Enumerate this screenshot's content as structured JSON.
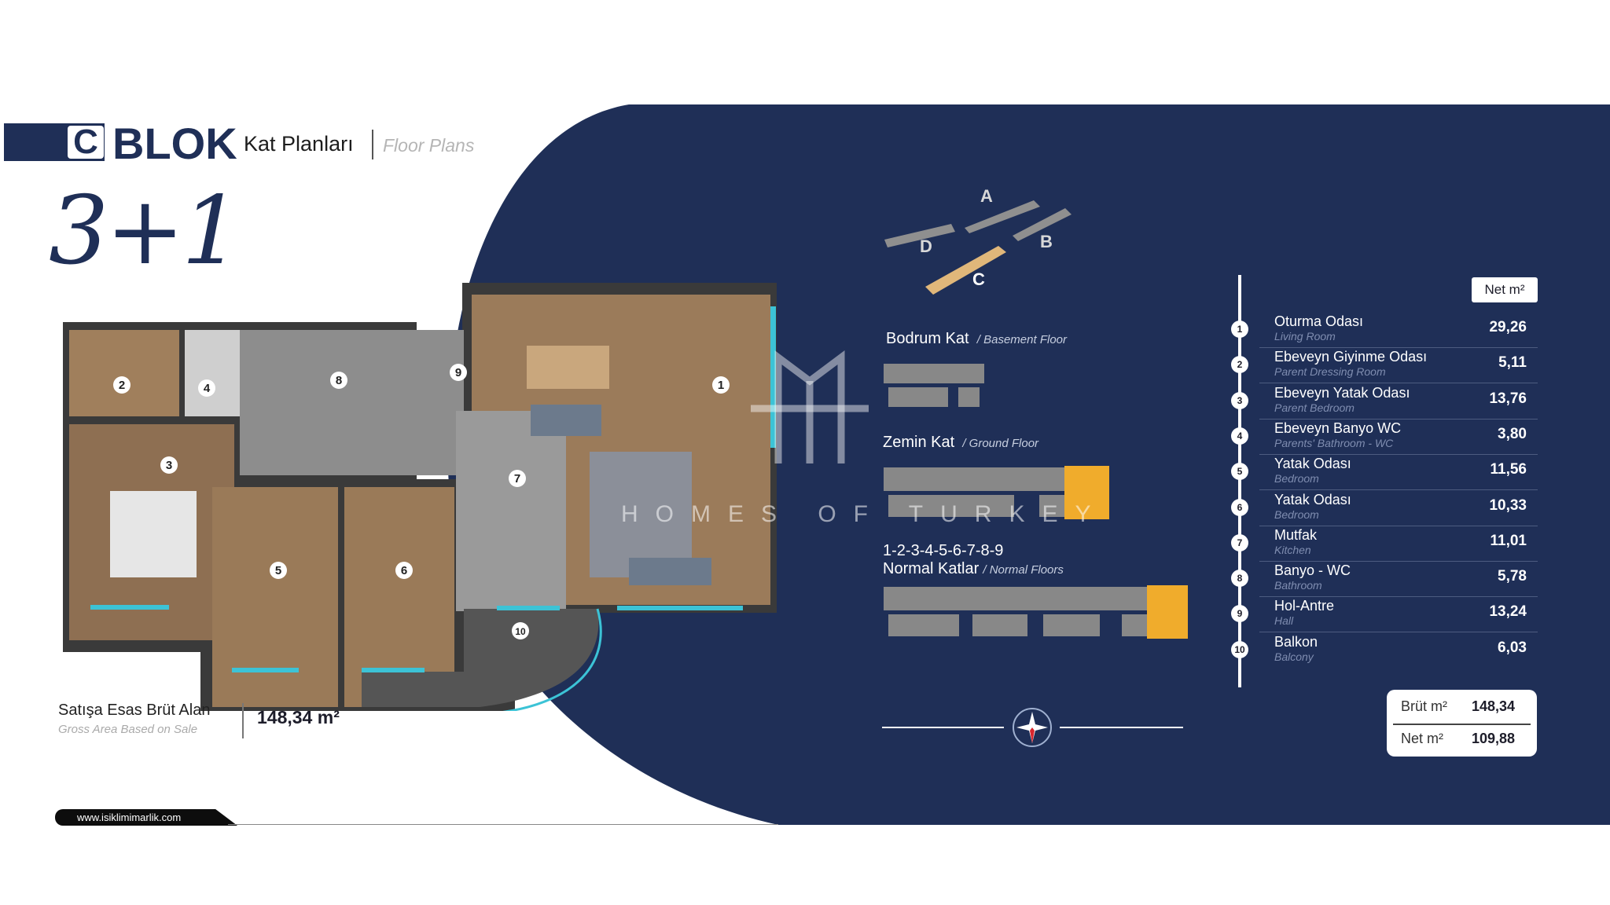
{
  "header": {
    "block_letter": "C",
    "block_word": "BLOK",
    "title_tr": "Kat Planları",
    "title_en": "Floor Plans",
    "unit_type": "3+1"
  },
  "siteplan": {
    "blocks": [
      "A",
      "B",
      "C",
      "D"
    ],
    "highlighted": "C",
    "highlight_color": "#e0b77a"
  },
  "floors": [
    {
      "tr": "Bodrum Kat",
      "en": "/ Basement Floor"
    },
    {
      "tr": "Zemin Kat",
      "en": "/ Ground Floor"
    },
    {
      "numbers": "1-2-3-4-5-6-7-8-9",
      "tr": "Normal Katlar",
      "en": "/ Normal Floors"
    }
  ],
  "watermark": "HOMES OF TURKEY",
  "sale": {
    "label_tr": "Satışa Esas Brüt Alan",
    "label_en": "Gross Area Based on Sale",
    "value": "148,34 m²"
  },
  "website": "www.isiklimimarlik.com",
  "table": {
    "header": "Net m²",
    "rows": [
      {
        "n": "1",
        "tr": "Oturma Odası",
        "en": "Living Room",
        "v": "29,26"
      },
      {
        "n": "2",
        "tr": "Ebeveyn Giyinme Odası",
        "en": "Parent Dressing Room",
        "v": "5,11"
      },
      {
        "n": "3",
        "tr": "Ebeveyn Yatak Odası",
        "en": "Parent Bedroom",
        "v": "13,76"
      },
      {
        "n": "4",
        "tr": "Ebeveyn Banyo WC",
        "en": "Parents' Bathroom - WC",
        "v": "3,80"
      },
      {
        "n": "5",
        "tr": "Yatak Odası",
        "en": "Bedroom",
        "v": "11,56"
      },
      {
        "n": "6",
        "tr": "Yatak Odası",
        "en": "Bedroom",
        "v": "10,33"
      },
      {
        "n": "7",
        "tr": "Mutfak",
        "en": "Kitchen",
        "v": "11,01"
      },
      {
        "n": "8",
        "tr": "Banyo - WC",
        "en": "Bathroom",
        "v": "5,78"
      },
      {
        "n": "9",
        "tr": "Hol-Antre",
        "en": "Hall",
        "v": "13,24"
      },
      {
        "n": "10",
        "tr": "Balkon",
        "en": "Balcony",
        "v": "6,03"
      }
    ]
  },
  "totals": {
    "gross_label": "Brüt m²",
    "gross": "148,34",
    "net_label": "Net m²",
    "net": "109,88"
  },
  "colors": {
    "navy": "#1f2f57",
    "accent": "#f0ac2c",
    "glass": "#3cc3d6"
  }
}
